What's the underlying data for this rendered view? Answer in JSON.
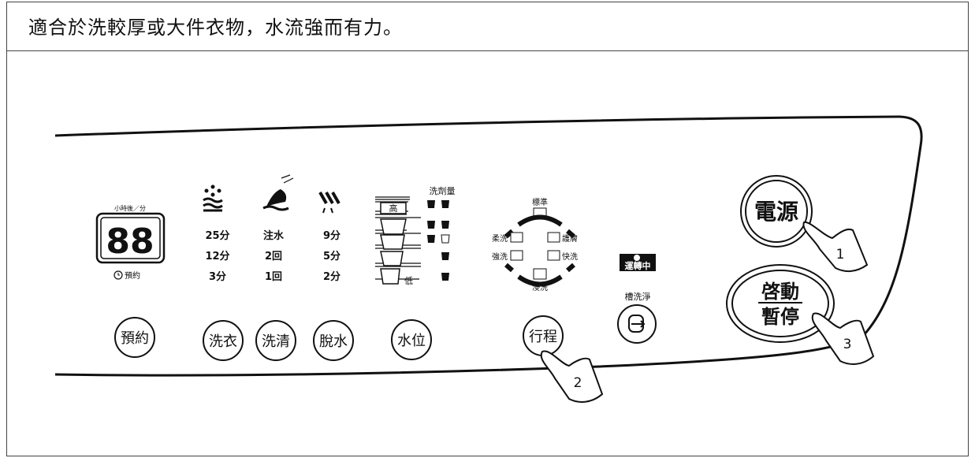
{
  "caption": "適合於洗較厚或大件衣物，水流強而有力。",
  "display": {
    "top_label": "小時後／分",
    "digits": "88",
    "bottom_label": "預約"
  },
  "cycles": {
    "wash": [
      "25分",
      "12分",
      "3分"
    ],
    "rinse": [
      "注水",
      "2回",
      "1回"
    ],
    "spin": [
      "9分",
      "5分",
      "2分"
    ]
  },
  "water": {
    "detergent_label": "洗劑量",
    "high": "高",
    "low": "低"
  },
  "courses": {
    "standard": "標準",
    "gentle": "柔洗",
    "care": "護膚",
    "strong": "強洗",
    "quick": "快洗",
    "soak": "浸洗"
  },
  "status": {
    "running": "運轉中",
    "tub_clean": "槽洗淨"
  },
  "buttons": {
    "reserve": "預約",
    "wash": "洗衣",
    "rinse": "洗清",
    "spin": "脫水",
    "water_level": "水位",
    "course": "行程",
    "power": "電源",
    "start_line1": "啓動",
    "start_line2": "暫停"
  },
  "steps": [
    "1",
    "2",
    "3"
  ]
}
